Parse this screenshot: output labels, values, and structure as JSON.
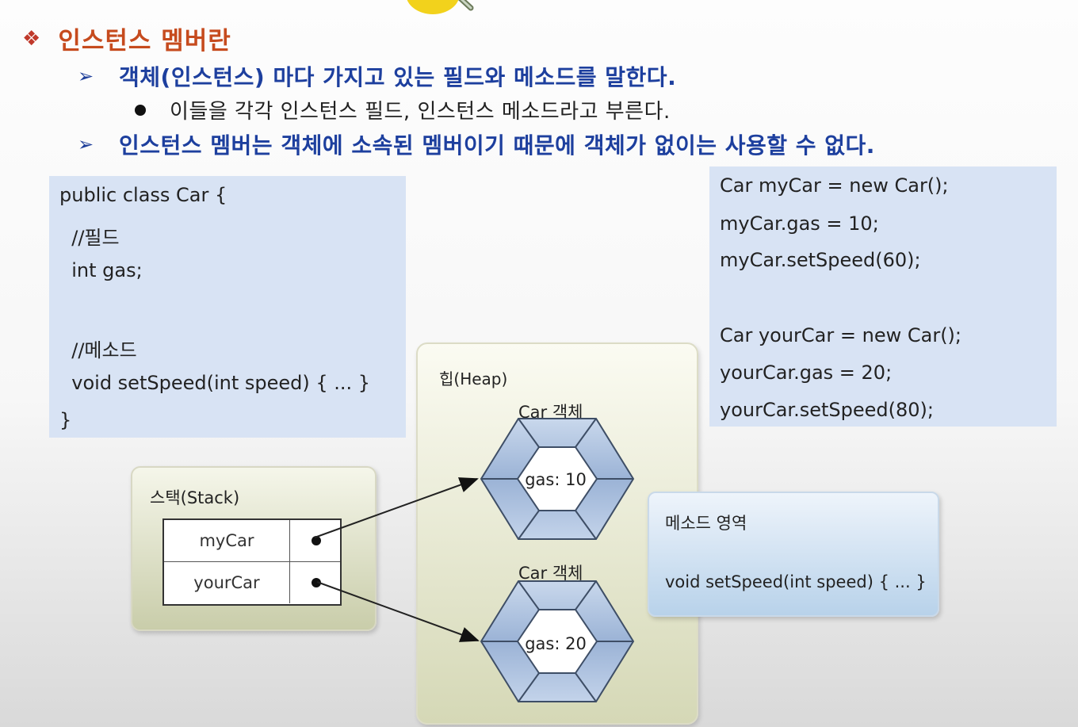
{
  "slide": {
    "title_bullet": "❖",
    "title": "인스턴스 멤버란",
    "point1_marker": "➢",
    "point1": "객체(인스턴스) 마다 가지고 있는 필드와 메소드를 말한다.",
    "sub1": "이들을 각각 인스턴스 필드, 인스턴스 메소드라고 부른다.",
    "point2_marker": "➢",
    "point2": "인스턴스 멤버는 객체에 소속된 멤버이기 때문에 객체가 없이는 사용할 수 없다."
  },
  "class_code": {
    "lines": [
      "public class Car {",
      "  //필드",
      "  int gas;",
      "",
      "  //메소드",
      "  void setSpeed(int speed) { ... }",
      "}"
    ]
  },
  "usage_code": {
    "lines": [
      "Car myCar = new Car();",
      "myCar.gas = 10;",
      "myCar.setSpeed(60);",
      "",
      "Car yourCar = new Car();",
      "yourCar.gas = 20;",
      "yourCar.setSpeed(80);"
    ]
  },
  "stack": {
    "title": "스택(Stack)",
    "rows": [
      {
        "name": "myCar"
      },
      {
        "name": "yourCar"
      }
    ]
  },
  "heap": {
    "title": "힙(Heap)",
    "objects": [
      {
        "label": "Car 객체",
        "value": "gas: 10"
      },
      {
        "label": "Car 객체",
        "value": "gas: 20"
      }
    ]
  },
  "method_area": {
    "title": "메소드 영역",
    "code": "void setSpeed(int speed) { ... }"
  },
  "colors": {
    "title": "#c64b1e",
    "points": "#1d3f9e",
    "code_bg": "#d8e3f4",
    "hex_fill": "#a9bfdc"
  }
}
